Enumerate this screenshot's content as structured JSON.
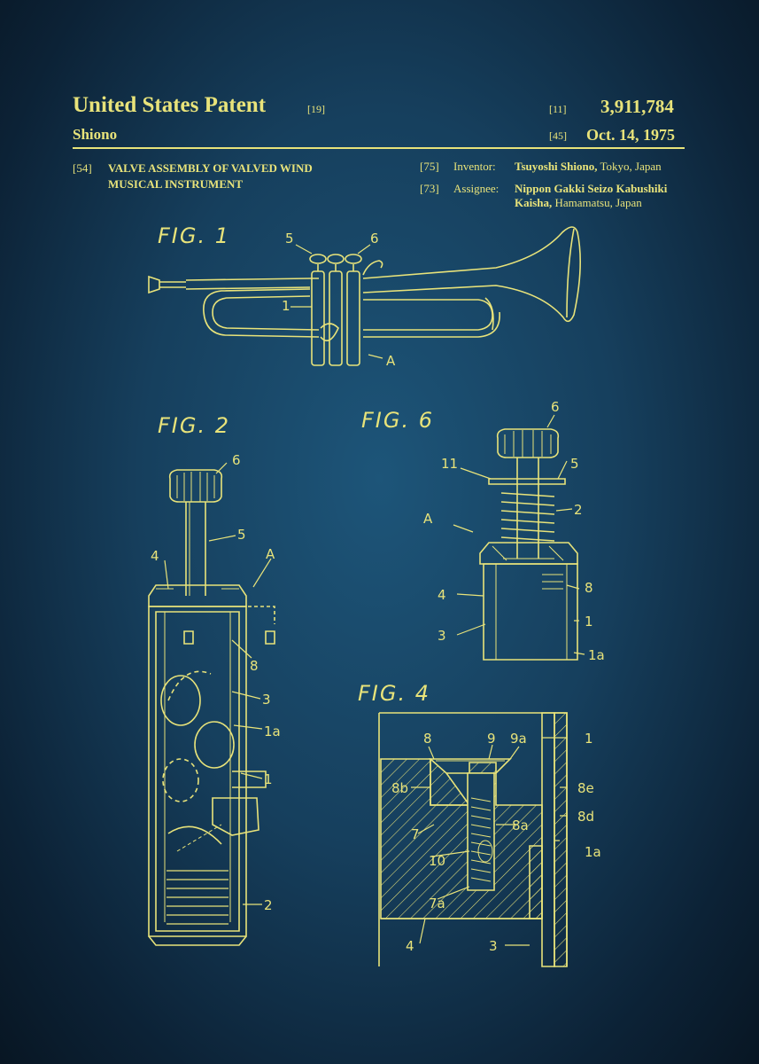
{
  "header": {
    "title": "United States Patent",
    "code_19": "[19]",
    "code_11": "[11]",
    "patent_number": "3,911,784",
    "inventor_surname": "Shiono",
    "code_45": "[45]",
    "date": "Oct. 14, 1975"
  },
  "biblio": {
    "code_54": "[54]",
    "title_line1": "VALVE ASSEMBLY OF VALVED WIND",
    "title_line2": "MUSICAL INSTRUMENT",
    "code_75": "[75]",
    "inventor_label": "Inventor:",
    "inventor_name": "Tsuyoshi Shiono,",
    "inventor_place": " Tokyo, Japan",
    "code_73": "[73]",
    "assignee_label": "Assignee:",
    "assignee_line1": "Nippon Gakki Seizo Kabushiki",
    "assignee_line2_bold": "Kaisha,",
    "assignee_line2_place": " Hamamatsu, Japan"
  },
  "figures": {
    "fig1": {
      "label": "FIG. 1",
      "refs": [
        "5",
        "6",
        "1",
        "A"
      ]
    },
    "fig2": {
      "label": "FIG. 2",
      "refs": [
        "6",
        "5",
        "4",
        "A",
        "8",
        "3",
        "1a",
        "1",
        "2"
      ]
    },
    "fig6": {
      "label": "FIG. 6",
      "refs": [
        "6",
        "11",
        "5",
        "2",
        "A",
        "8",
        "4",
        "3",
        "1",
        "1a"
      ]
    },
    "fig4": {
      "label": "FIG. 4",
      "refs": [
        "8",
        "9",
        "9a",
        "1",
        "8b",
        "8e",
        "8a",
        "8d",
        "7",
        "1a",
        "10",
        "7a",
        "4",
        "3"
      ]
    }
  },
  "colors": {
    "ink": "#e8e37a",
    "background": "#163f5d"
  }
}
